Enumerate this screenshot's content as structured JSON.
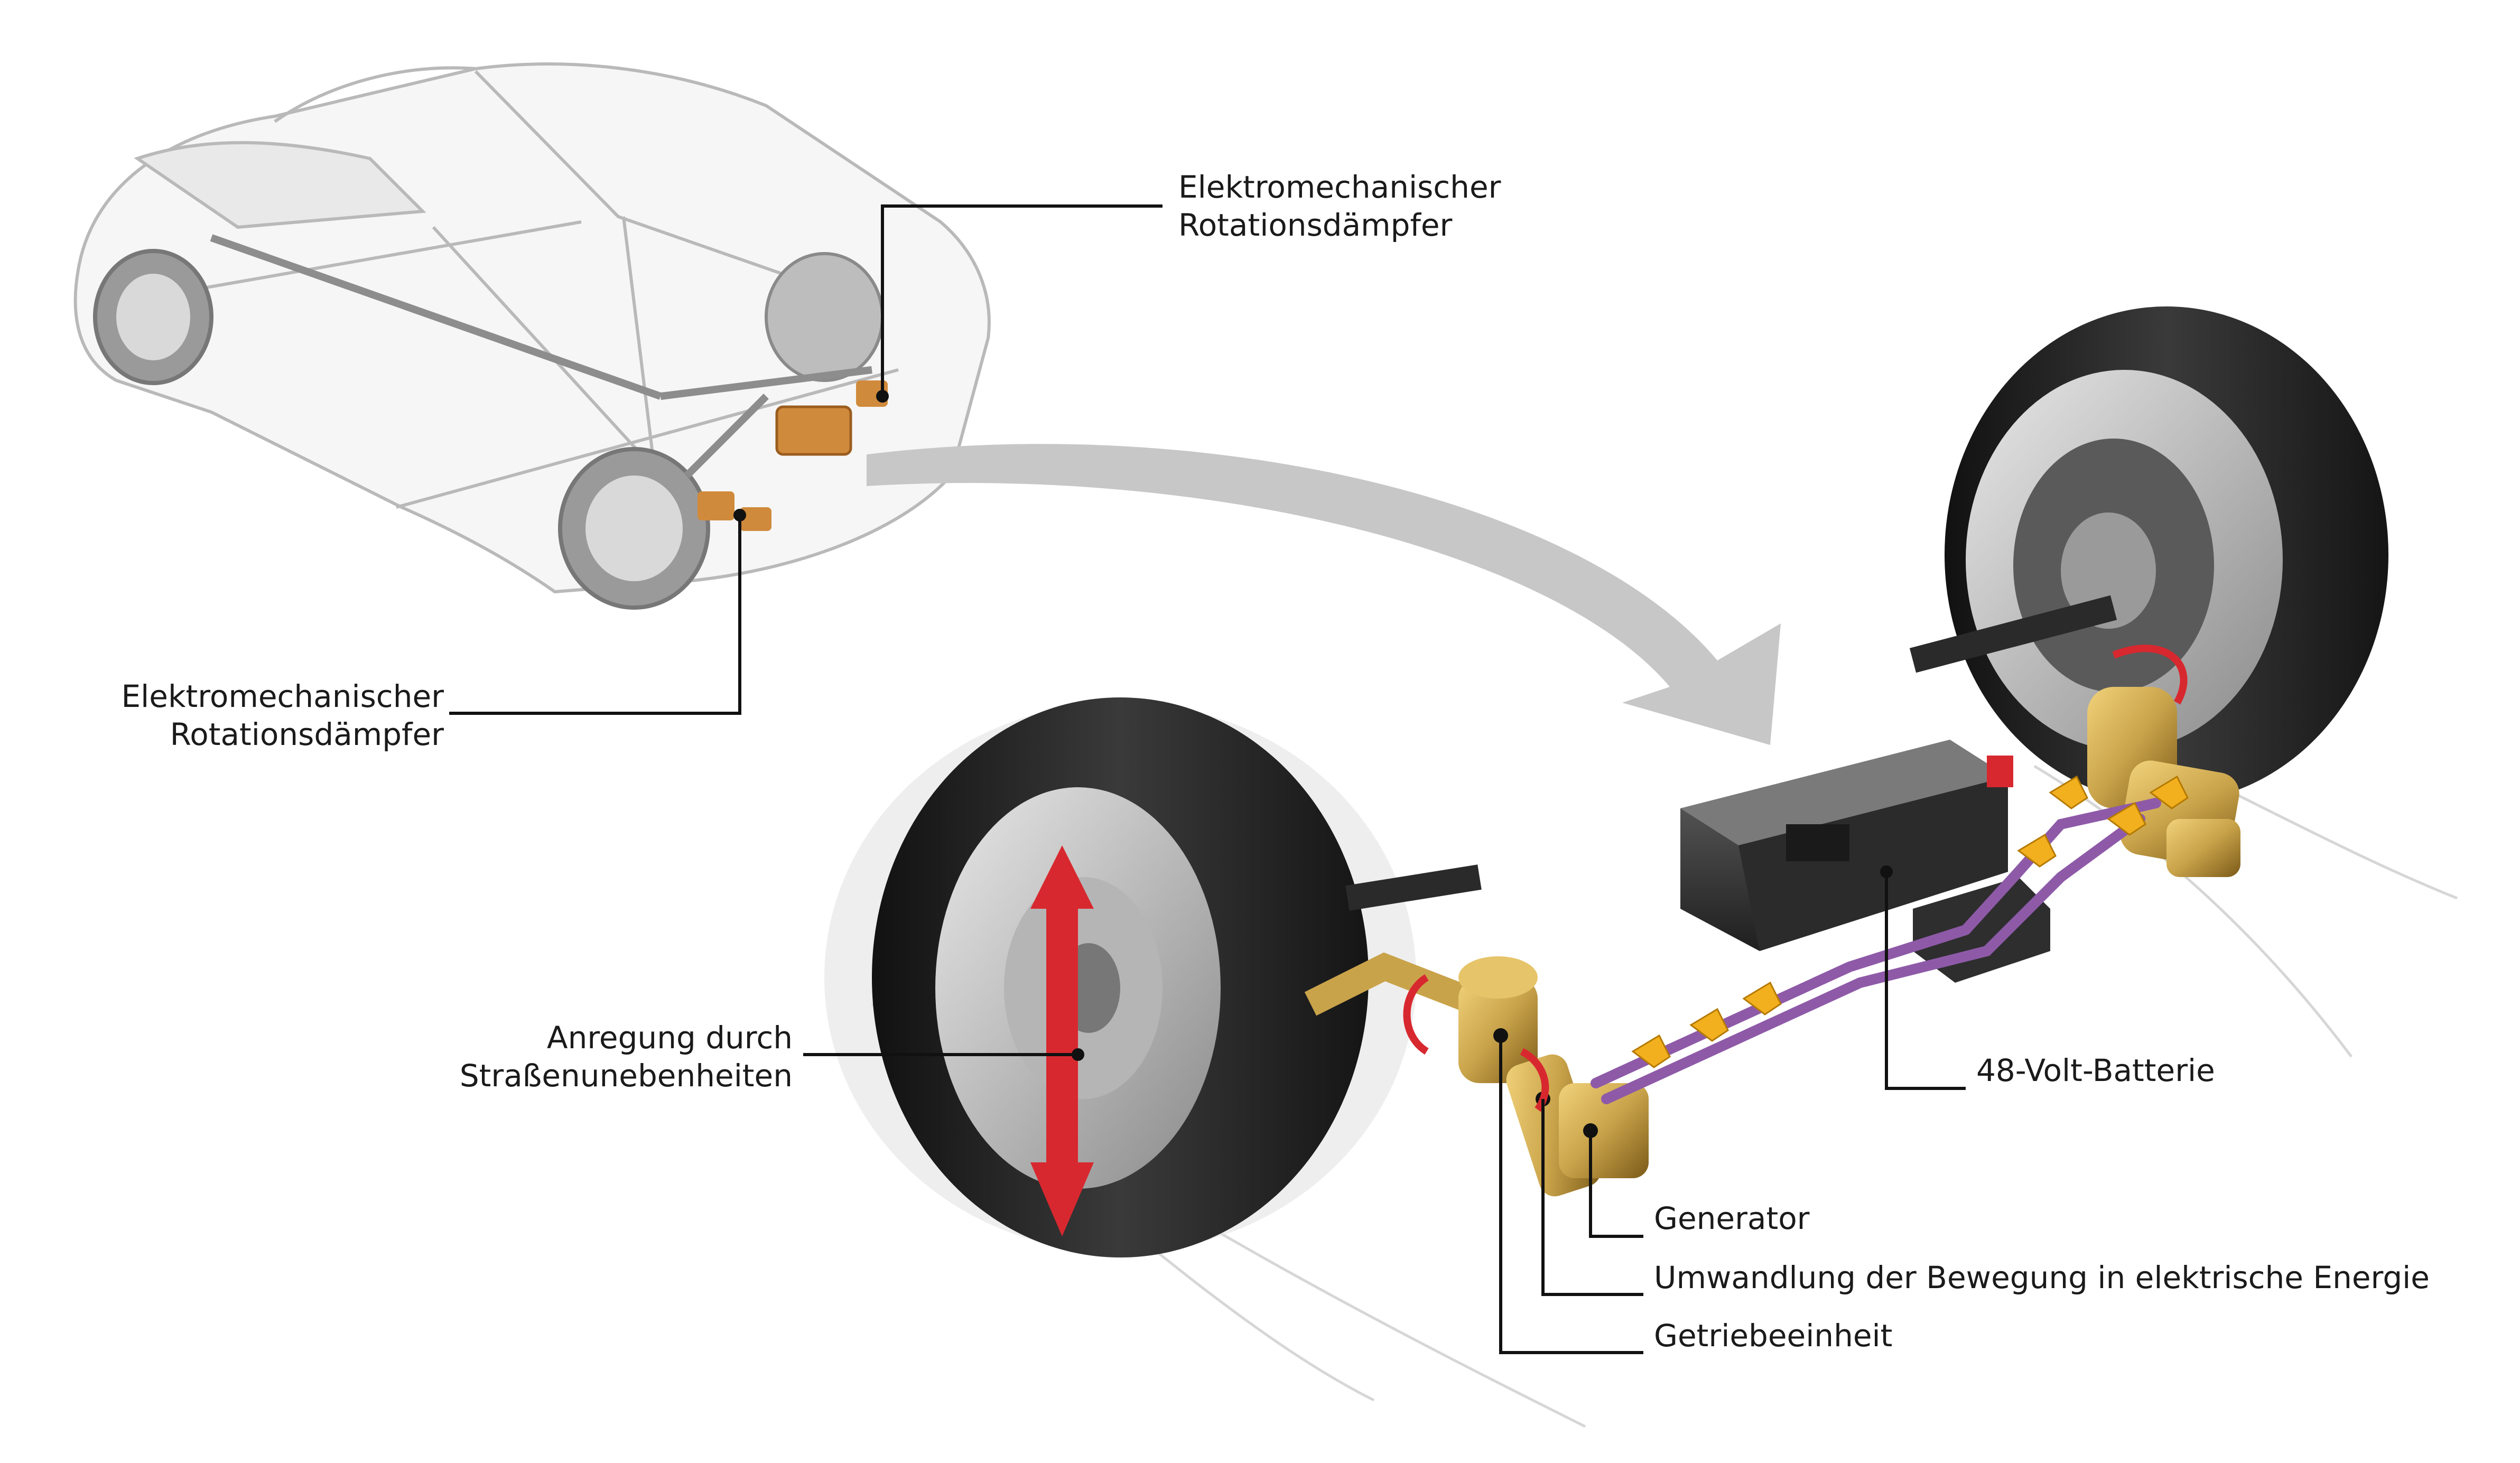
{
  "labels": {
    "damper_top": {
      "line1": "Elektromechanischer",
      "line2": "Rotationsdämpfer"
    },
    "damper_left": {
      "line1": "Elektromechanischer",
      "line2": "Rotationsdämpfer"
    },
    "excitation": {
      "line1": "Anregung durch",
      "line2": "Straßenunebenheiten"
    },
    "battery": "48-Volt-Batterie",
    "generator": "Generator",
    "conversion": "Umwandlung der Bewegung in elektrische Energie",
    "gear_unit": "Getriebeeinheit"
  },
  "colors": {
    "brass": "#c9a34a",
    "copper": "#d08a3c",
    "cable": "#8e5aa8",
    "arrow_flow": "#f2b01e",
    "arrow_red": "#d8282f",
    "big_arrow": "#c7c7c7",
    "tire": "#2a2a2a",
    "battery": "#3a3a3a"
  }
}
